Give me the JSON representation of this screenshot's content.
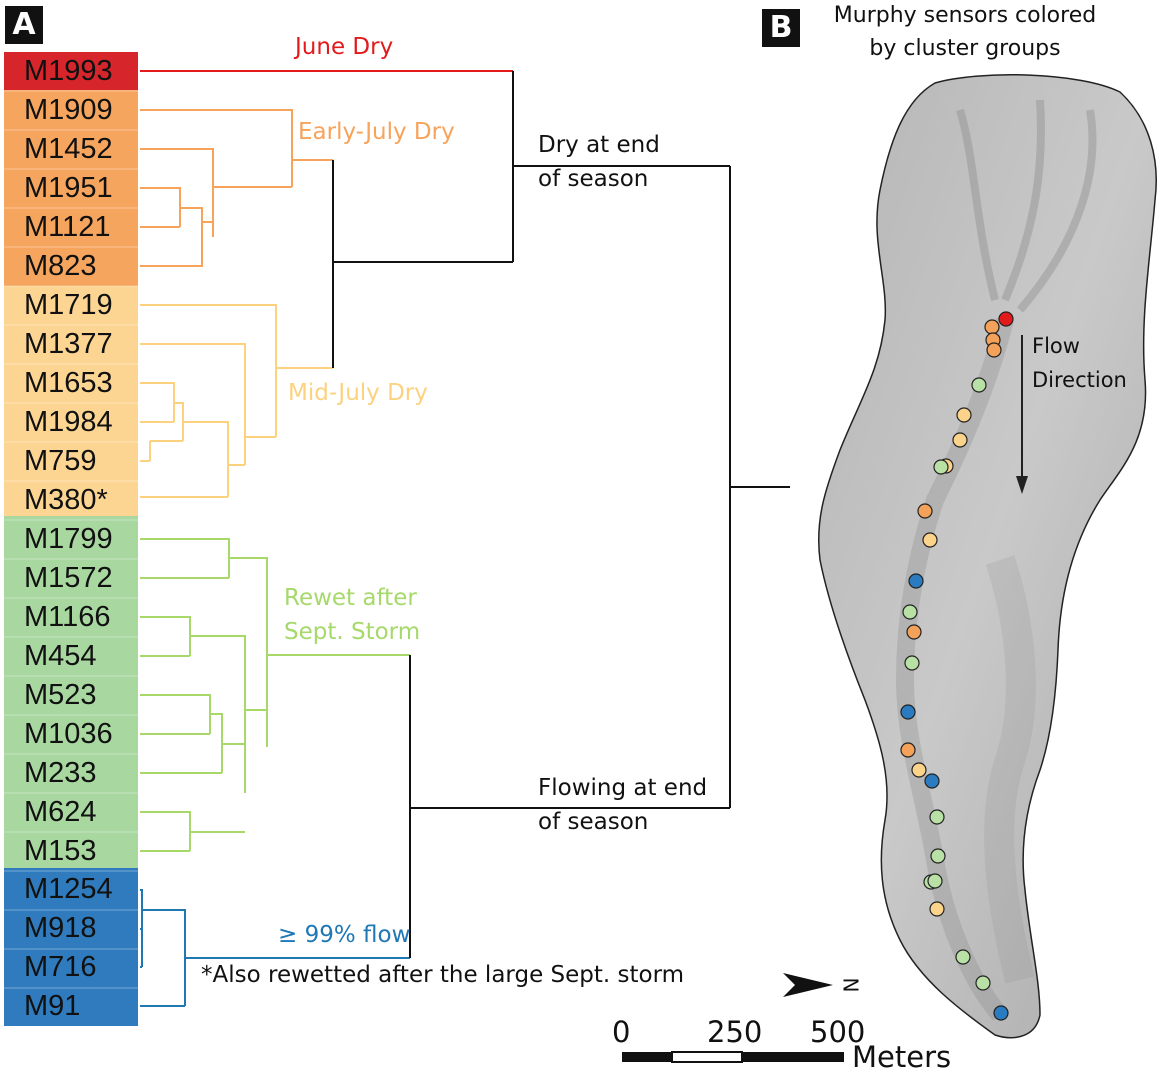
{
  "panel_a": {
    "letter": "A",
    "sensors": [
      "M1993",
      "M1909",
      "M1452",
      "M1951",
      "M1121",
      "M823",
      "M1719",
      "M1377",
      "M1653",
      "M1984",
      "M759",
      "M380*",
      "M1799",
      "M1572",
      "M1166",
      "M454",
      "M523",
      "M1036",
      "M233",
      "M624",
      "M153",
      "M1254",
      "M918",
      "M716",
      "M91"
    ],
    "groups": {
      "june_dry": {
        "label": "June Dry",
        "color": "#e31a1c"
      },
      "early_july": {
        "label": "Early-July Dry",
        "color": "#f7a35c"
      },
      "mid_july": {
        "label": "Mid-July Dry",
        "color": "#fcd27f"
      },
      "rewet": {
        "label_line1": "Rewet after",
        "label_line2": "Sept. Storm",
        "color": "#a6d96a"
      },
      "flow99": {
        "label": "≥ 99% flow",
        "color": "#1f78b4"
      }
    },
    "band_colors": {
      "june": "#d7262b",
      "early": "#f6a55f",
      "mid": "#fdd593",
      "rewet": "#a8d8a0",
      "flow": "#2f7bbd"
    },
    "dry_label_line1": "Dry at end",
    "dry_label_line2": "of season",
    "flowing_label_line1": "Flowing at end",
    "flowing_label_line2": "of season",
    "footnote": "*Also rewetted after the large Sept. storm"
  },
  "panel_b": {
    "letter": "B",
    "title_line1": "Murphy sensors colored",
    "title_line2": "by cluster groups",
    "flow_line1": "Flow",
    "flow_line2": "Direction",
    "north": "N",
    "scale_ticks": [
      "0",
      "250",
      "500"
    ],
    "scale_unit": "Meters",
    "sensor_colors": [
      "red",
      "orange",
      "orange",
      "orange",
      "yellow",
      "green",
      "yellow",
      "yellow",
      "green",
      "orange",
      "yellow",
      "blue",
      "green",
      "orange",
      "green",
      "blue",
      "orange",
      "yellow",
      "blue",
      "green",
      "green",
      "green",
      "green",
      "yellow",
      "green",
      "green",
      "blue"
    ]
  }
}
